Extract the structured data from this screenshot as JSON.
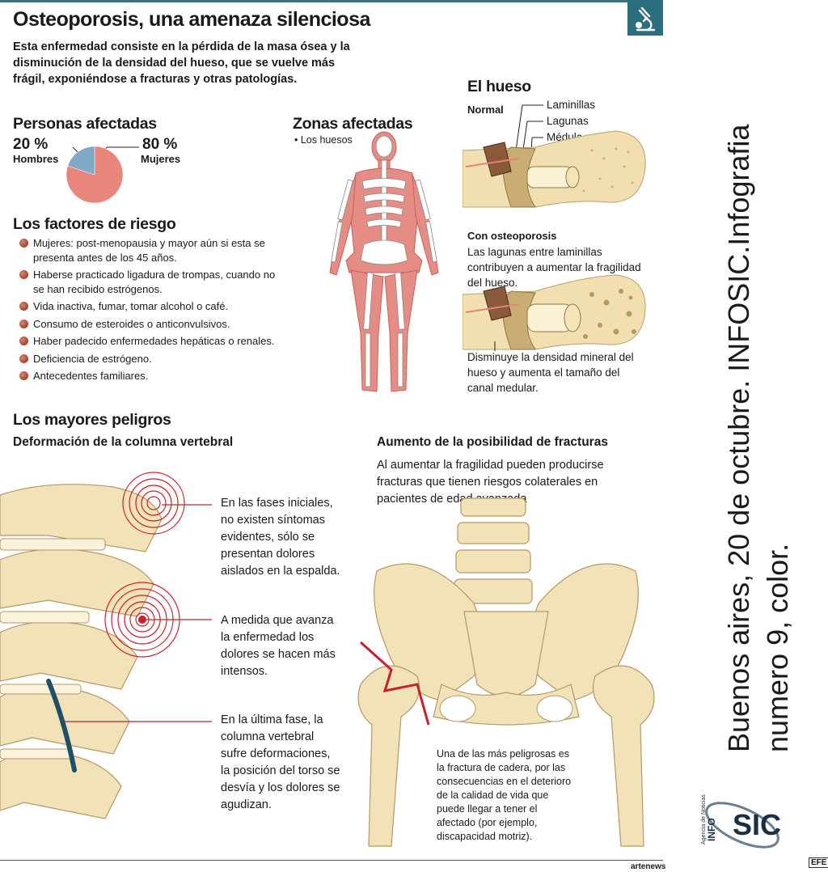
{
  "header": {
    "title": "Osteoporosis, una amenaza silenciosa",
    "intro": "Esta enfermedad consiste en la pérdida de la masa ósea y la disminución de la densidad del hueso, que se vuelve más frágil, exponiéndose a fracturas y otras patologías."
  },
  "affected": {
    "heading": "Personas afectadas",
    "men_pct": "20 %",
    "men_label": "Hombres",
    "women_pct": "80 %",
    "women_label": "Mujeres",
    "men_value": 20,
    "women_value": 80,
    "men_color": "#7fa9c7",
    "women_color": "#e8867c"
  },
  "zones": {
    "heading": "Zonas afectadas",
    "item": "• Los huesos"
  },
  "bone": {
    "heading": "El hueso",
    "normal": "Normal",
    "laminillas": "Laminillas",
    "lagunas": "Lagunas",
    "medula": "Médula",
    "osteo_heading": "Con osteoporosis",
    "osteo_text": "Las lagunas entre laminillas contribuyen a aumentar la fragilidad del hueso.",
    "density_text": "Disminuye la densidad mineral  del hueso y aumenta el tamaño del canal medular."
  },
  "risk": {
    "heading": "Los factores de riesgo",
    "items": [
      "Mujeres: post-menopausia y mayor aún si esta se presenta antes de los 45 años.",
      "Haberse practicado ligadura de trompas, cuando no se han recibido estrógenos.",
      "Vida inactiva, fumar, tomar alcohol o café.",
      "Consumo de esteroides o anticonvulsivos.",
      "Haber padecido enfermedades hepáticas o renales.",
      "Deficiencia de estrógeno.",
      "Antecedentes familiares."
    ]
  },
  "dangers": {
    "heading": "Los mayores peligros",
    "spine_heading": "Deformación de la columna vertebral",
    "phase1": "En las fases iniciales, no existen síntomas evidentes, sólo se presentan dolores aislados en la espalda.",
    "phase2": "A medida que avanza la enfermedad los dolores se hacen más intensos.",
    "phase3": "En la última fase, la columna vertebral sufre deformaciones, la posición del torso se desvía y los dolores se agudizan.",
    "fracture_heading": "Aumento de la posibilidad de fracturas",
    "fracture_text": "Al aumentar la fragilidad pueden producirse fracturas que tienen riesgos colaterales en pacientes de edad avanzada",
    "hip_text": "Una de las más peligrosas es la fractura de cadera, por las consecuencias en el deterioro de la calidad de vida que puede llegar a tener el afectado (por ejemplo, discapacidad motriz)."
  },
  "side": {
    "caption": "Buenos aires, 20 de octubre. INFOSIC.Infografia numero 9, color."
  },
  "footer": {
    "artenews": "artenews",
    "efe": "EFE",
    "agency_small": "Agencia de Noticias",
    "logo_big": "SIC",
    "logo_small": "INFO"
  }
}
